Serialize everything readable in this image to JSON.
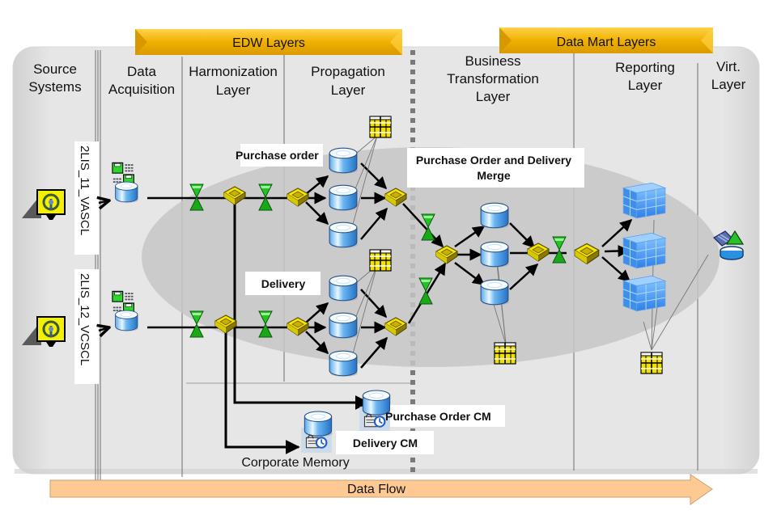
{
  "banners": {
    "edw": "EDW Layers",
    "data_mart": "Data Mart Layers"
  },
  "columns": [
    {
      "line1": "Source",
      "line2": "Systems"
    },
    {
      "line1": "Data",
      "line2": "Acquisition"
    },
    {
      "line1": "Harmonization",
      "line2": "Layer"
    },
    {
      "line1": "Propagation",
      "line2": "Layer"
    },
    {
      "line1": "Business",
      "line2": "Transformation",
      "line3": "Layer"
    },
    {
      "line1": "Reporting",
      "line2": "Layer"
    },
    {
      "line1": "Virt.",
      "line2": "Layer"
    }
  ],
  "datasources": [
    {
      "name": "2LIS_11_VASCL"
    },
    {
      "name": "2LIS_12_VCSCL"
    }
  ],
  "labels": {
    "purchase_order": "Purchase order",
    "delivery": "Delivery",
    "merge_line1": "Purchase Order and Delivery",
    "merge_line2": "Merge",
    "purchase_order_cm": "Purchase Order CM",
    "delivery_cm": "Delivery CM",
    "corporate_memory": "Corporate Memory"
  },
  "footer": {
    "data_flow": "Data Flow"
  },
  "colors": {
    "banner": "#F0B000",
    "flow_arrow": "#FFC993",
    "transformation_green": "#22C422",
    "dso_blue": "#1E90E0",
    "infosource_yellow": "#F2E000",
    "panel_bg": "#E4E4E4",
    "ellipse": "#C8C8C8"
  }
}
